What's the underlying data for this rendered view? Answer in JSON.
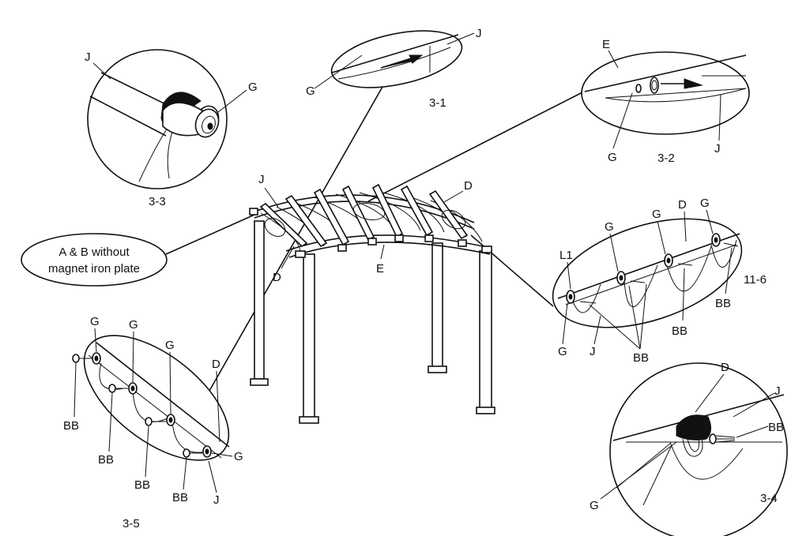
{
  "labels": {
    "J": "J",
    "G": "G",
    "E": "E",
    "D": "D",
    "BB": "BB",
    "L1": "L1"
  },
  "captions": {
    "c31": "3-1",
    "c32": "3-2",
    "c33": "3-3",
    "c34": "3-4",
    "c35": "3-5",
    "c116": "11-6"
  },
  "note": {
    "line1": "A & B without",
    "line2": "magnet iron plate"
  }
}
